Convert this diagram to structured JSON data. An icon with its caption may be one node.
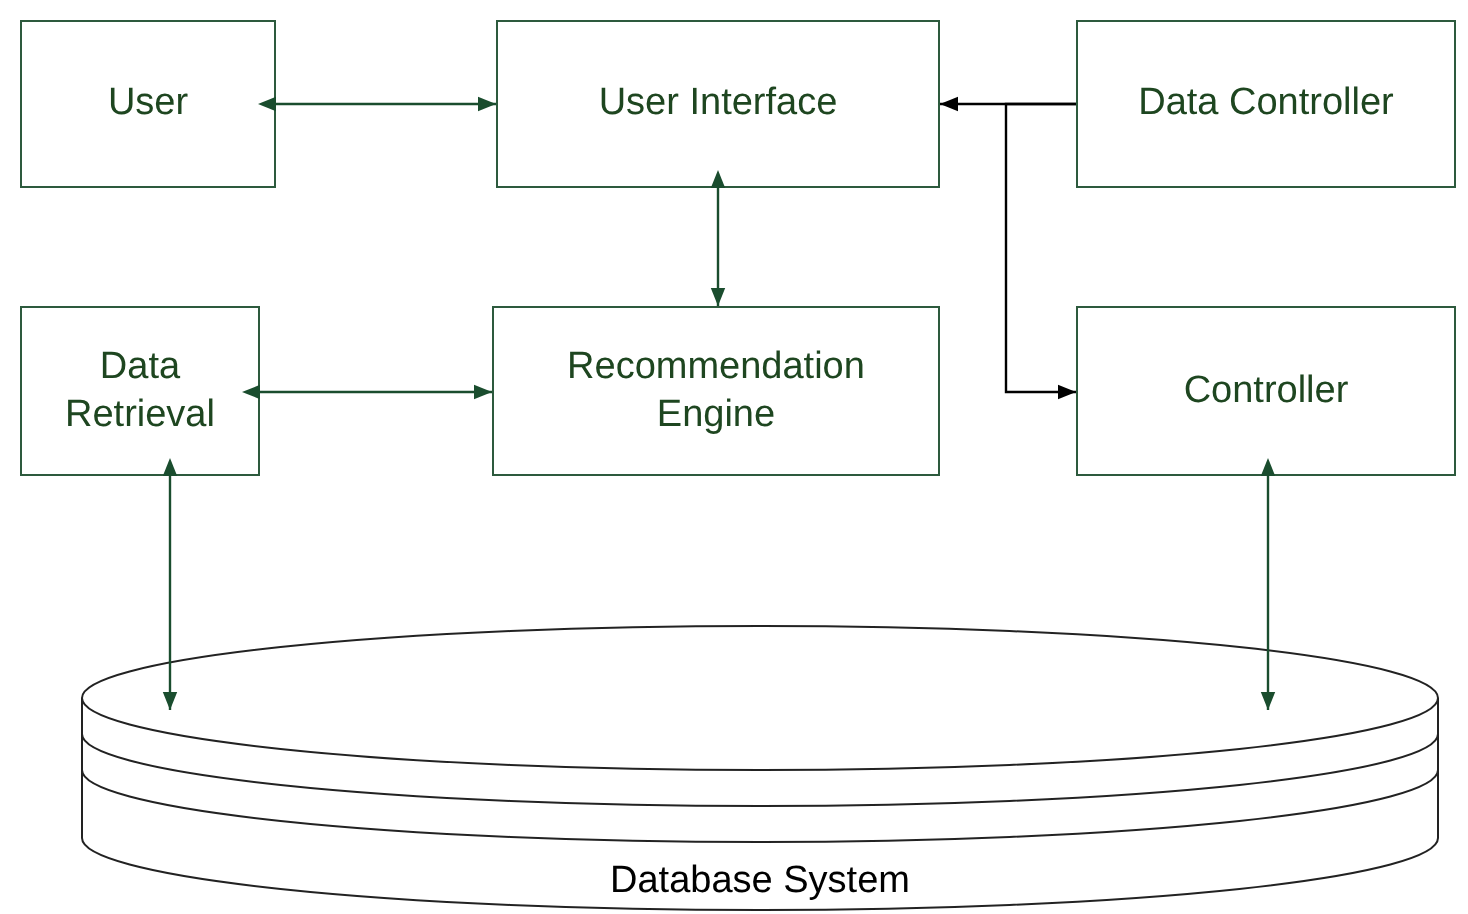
{
  "diagram": {
    "nodes": [
      {
        "text": [
          "User"
        ]
      },
      {
        "text": [
          "User Interface"
        ]
      },
      {
        "text": [
          "Data Controller"
        ]
      },
      {
        "text": [
          "Data Retrieval"
        ]
      },
      {
        "text": [
          "Recommendation Engine"
        ]
      },
      {
        "text": [
          "Controller"
        ]
      },
      {
        "text": [
          "Database System"
        ]
      }
    ],
    "edges": [
      {
        "from": 0,
        "to": 1,
        "arrow": "both"
      },
      {
        "from": 2,
        "to": 1,
        "arrow": "to",
        "color": "#000000"
      },
      {
        "from": 2,
        "to": 5,
        "arrow": "to",
        "color": "#000000"
      },
      {
        "from": 1,
        "to": 4,
        "arrow": "both"
      },
      {
        "from": 3,
        "to": 4,
        "arrow": "both"
      },
      {
        "from": 3,
        "to": 6,
        "arrow": "both"
      },
      {
        "from": 5,
        "to": 6,
        "arrow": "both"
      }
    ]
  }
}
